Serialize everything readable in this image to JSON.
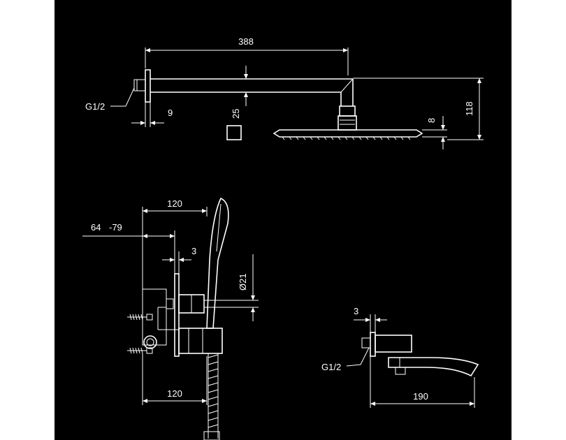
{
  "colors": {
    "background": "#000000",
    "page": "#ffffff",
    "line": "#ffffff"
  },
  "dimensions": {
    "arm_length": "388",
    "arm_thread": "G1/2",
    "wall_depth": "9",
    "arm_section": "25",
    "head_thickness": "8",
    "head_drop": "118",
    "valve_width_top": "120",
    "plaster_range_a": "64",
    "plaster_range_b": "-79",
    "plate_thickness": "3",
    "outlet_diameter": "Ø21",
    "valve_width_bottom": "120",
    "spout_plate": "3",
    "spout_thread": "G1/2",
    "spout_length": "190"
  }
}
